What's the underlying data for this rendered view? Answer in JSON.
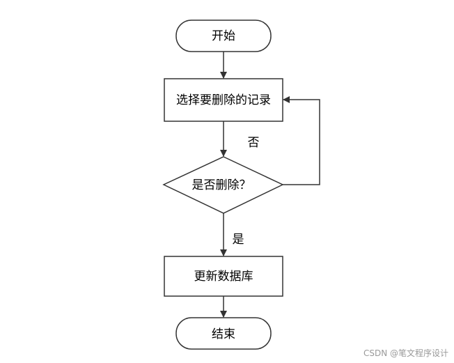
{
  "nodes": {
    "start": "开始",
    "select": "选择要删除的记录",
    "decision": "是否删除？",
    "update": "更新数据库",
    "end": "结束"
  },
  "edges": {
    "no_label": "否",
    "yes_label": "是"
  },
  "watermark": "CSDN @笔文程序设计"
}
